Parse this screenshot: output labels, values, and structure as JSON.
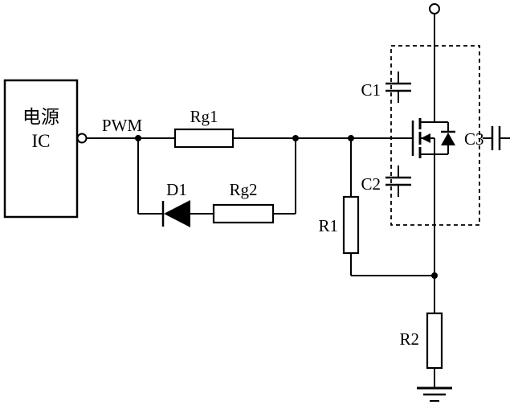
{
  "diagram": {
    "type": "circuit-schematic",
    "labels": {
      "power_ic_line1": "电源",
      "power_ic_line2": "IC",
      "pwm": "PWM",
      "rg1": "Rg1",
      "d1": "D1",
      "rg2": "Rg2",
      "c1": "C1",
      "c2": "C2",
      "c3": "C3",
      "r1": "R1",
      "r2": "R2"
    },
    "components": [
      {
        "id": "power-ic",
        "type": "block",
        "label": "电源IC"
      },
      {
        "id": "Rg1",
        "type": "resistor",
        "label": "Rg1"
      },
      {
        "id": "D1",
        "type": "diode",
        "label": "D1"
      },
      {
        "id": "Rg2",
        "type": "resistor",
        "label": "Rg2"
      },
      {
        "id": "R1",
        "type": "resistor",
        "label": "R1"
      },
      {
        "id": "R2",
        "type": "resistor",
        "label": "R2"
      },
      {
        "id": "C1",
        "type": "capacitor",
        "label": "C1"
      },
      {
        "id": "C2",
        "type": "capacitor",
        "label": "C2"
      },
      {
        "id": "C3",
        "type": "capacitor",
        "label": "C3"
      },
      {
        "id": "Q",
        "type": "n-channel-mosfet-with-body-diode",
        "label": ""
      },
      {
        "id": "GND",
        "type": "ground",
        "label": ""
      }
    ],
    "colors": {
      "line": "#000000",
      "background": "#ffffff"
    }
  }
}
